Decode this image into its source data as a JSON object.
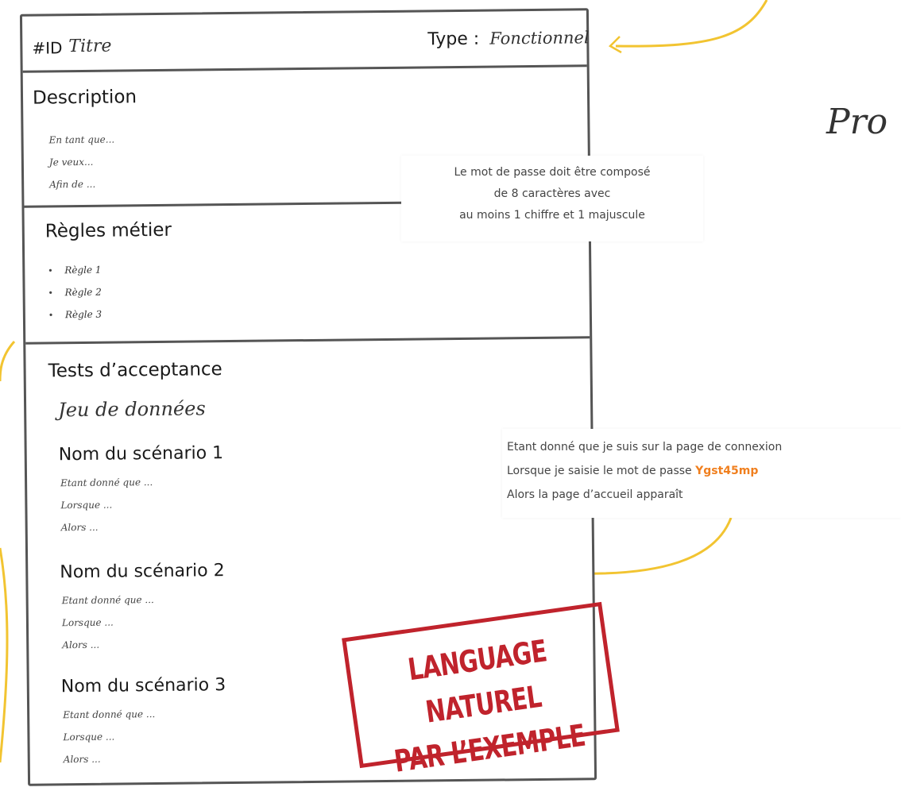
{
  "card": {
    "id_label": "#ID",
    "title": "Titre",
    "type_label": "Type :",
    "type_value": "Fonctionnel"
  },
  "description": {
    "heading": "Description",
    "lines": [
      "En tant que...",
      "Je veux...",
      "Afin de ..."
    ]
  },
  "business_rules": {
    "heading": "Règles métier",
    "items": [
      "Règle 1",
      "Règle 2",
      "Règle 3"
    ]
  },
  "acceptance": {
    "heading": "Tests d’acceptance",
    "dataset": "Jeu de données",
    "scenarios": [
      {
        "name": "Nom du scénario 1",
        "steps": [
          "Etant donné que ...",
          "Lorsque ...",
          "Alors ..."
        ]
      },
      {
        "name": "Nom du scénario 2",
        "steps": [
          "Etant donné que ...",
          "Lorsque ...",
          "Alors ..."
        ]
      },
      {
        "name": "Nom du scénario 3",
        "steps": [
          "Etant donné que ...",
          "Lorsque ...",
          "Alors ..."
        ]
      }
    ]
  },
  "rule_callout": {
    "lines": [
      "Le mot de passe doit être composé",
      "de 8 caractères avec",
      "au moins 1 chiffre et 1 majuscule"
    ]
  },
  "scenario_callout": {
    "line1": "Etant donné que je suis sur la page de connexion",
    "line2_prefix": "Lorsque je saisie le mot de passe",
    "password": "Ygst45mp",
    "line3": "Alors la page d’accueil apparaît"
  },
  "stamp": {
    "line1": "LANGUAGE NATUREL",
    "line2": "PAR L’EXEMPLE"
  },
  "partial_heading": "Pro",
  "colors": {
    "arrow": "#f2c431",
    "stamp": "#c0232c",
    "password": "#f07f1e",
    "card_border": "#555555"
  }
}
